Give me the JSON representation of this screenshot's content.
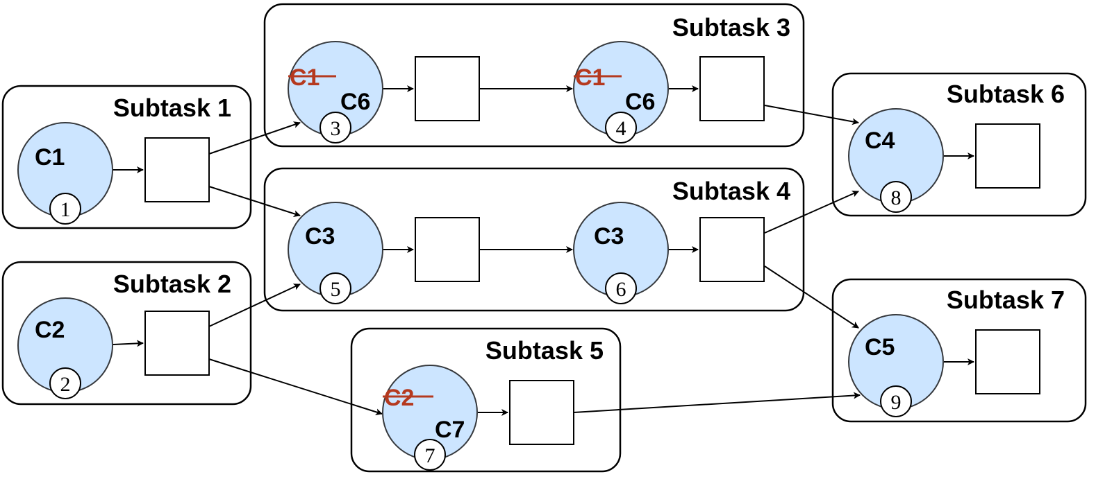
{
  "colors": {
    "node_fill": "#cce5ff",
    "node_stroke": "#36393d",
    "strikethrough_text": "#b5391f",
    "box_stroke": "#000000"
  },
  "subtasks": [
    {
      "title": "Subtask 1"
    },
    {
      "title": "Subtask 2"
    },
    {
      "title": "Subtask 3"
    },
    {
      "title": "Subtask 4"
    },
    {
      "title": "Subtask 5"
    },
    {
      "title": "Subtask 6"
    },
    {
      "title": "Subtask 7"
    }
  ],
  "nodes": [
    {
      "label": "C1",
      "badge": "1"
    },
    {
      "label": "C2",
      "badge": "2"
    },
    {
      "label": "C6",
      "old_label": "C1",
      "badge": "3"
    },
    {
      "label": "C6",
      "old_label": "C1",
      "badge": "4"
    },
    {
      "label": "C3",
      "badge": "5"
    },
    {
      "label": "C3",
      "badge": "6"
    },
    {
      "label": "C7",
      "old_label": "C2",
      "badge": "7"
    },
    {
      "label": "C4",
      "badge": "8"
    },
    {
      "label": "C5",
      "badge": "9"
    }
  ]
}
